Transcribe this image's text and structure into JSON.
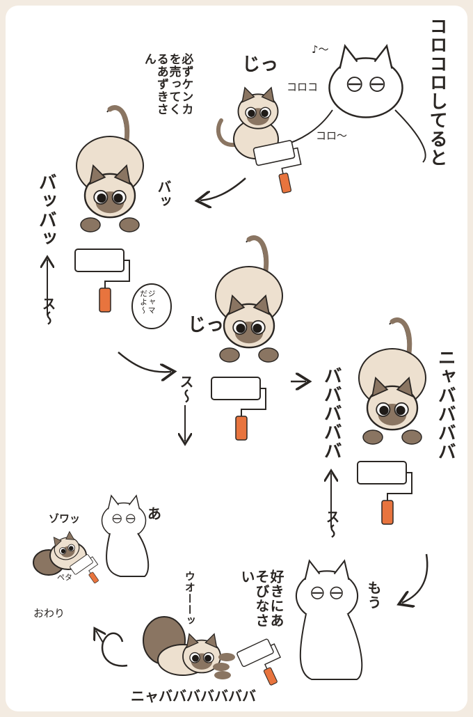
{
  "comic": {
    "panel1": {
      "narration": "コロコロしてると",
      "sfx_stare": "じっ",
      "roll_sound_1": "コロコ",
      "roll_sound_2": "コロ〜",
      "hum": "♪〜",
      "caption": "必ずケンカを売ってくるあずきさん"
    },
    "panel2": {
      "sfx_left": "バッバッ",
      "sfx_right": "バッ",
      "motion": "ス〜",
      "speech": "ジャマだよ〜"
    },
    "panel3": {
      "sfx_stare": "じっ",
      "motion": "ス〜"
    },
    "panel4": {
      "sfx_laugh": "ニャババババ",
      "sfx_swipes": "バババババ",
      "motion": "ス〜"
    },
    "panel5": {
      "speech_more": "もう",
      "speech_free": "好きにあそびなさい",
      "sfx_uo": "ウオーーッ",
      "sfx_bottom": "ニャバババババババ"
    },
    "panel6": {
      "exclaim": "あ",
      "sfx_zowa": "ゾワッ",
      "sfx_peta": "ペタ",
      "ending": "おわり"
    }
  },
  "colors": {
    "background": "#f3ebe1",
    "panel": "#ffffff",
    "ink": "#2a2623",
    "cat_body": "#ede0cf",
    "cat_points": "#8a7562",
    "roller_handle": "#e8743e"
  }
}
